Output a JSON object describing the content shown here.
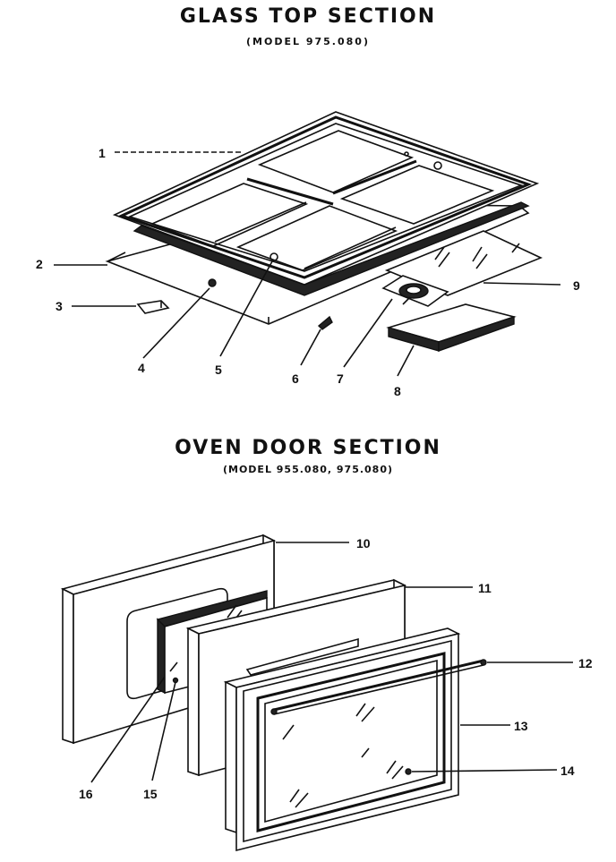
{
  "glass_top_section": {
    "title": "GLASS TOP SECTION",
    "model": "(MODEL 975.080)",
    "callouts": [
      "1",
      "2",
      "3",
      "4",
      "5",
      "6",
      "7",
      "8",
      "9"
    ]
  },
  "oven_door_section": {
    "title": "OVEN DOOR SECTION",
    "model": "(MODEL 955.080, 975.080)",
    "callouts": [
      "10",
      "11",
      "12",
      "13",
      "14",
      "15",
      "16"
    ]
  }
}
